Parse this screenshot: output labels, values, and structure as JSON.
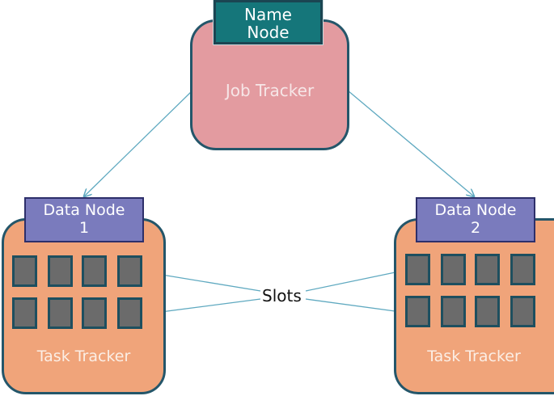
{
  "diagram": {
    "name_node": [
      "Name",
      "Node"
    ],
    "job_tracker": "Job Tracker",
    "data_node_1": [
      "Data Node",
      "1"
    ],
    "data_node_2": [
      "Data Node",
      "2"
    ],
    "task_tracker_1": "Task Tracker",
    "task_tracker_2": "Task Tracker",
    "slots_label": "Slots"
  },
  "colors": {
    "job_tracker_fill": "#e39ba0",
    "name_node_fill": "#15767a",
    "task_tracker_fill": "#f0a47a",
    "data_node_fill": "#7a7bbd",
    "slot_fill": "#6b6b6b",
    "connector": "#5fa9c0"
  }
}
